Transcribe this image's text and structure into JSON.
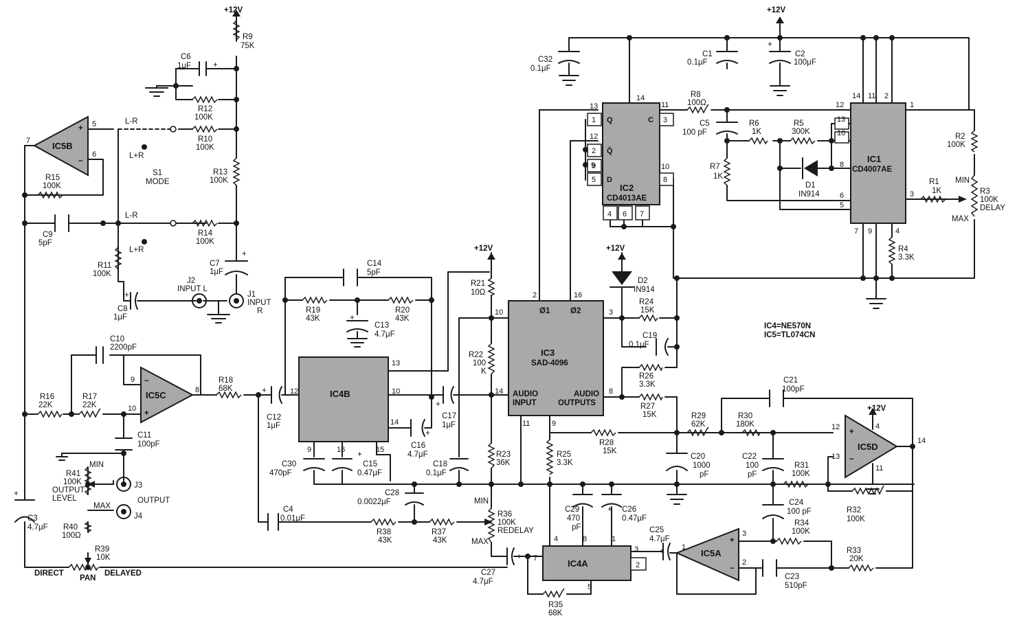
{
  "supply": {
    "plus12_a": "+12V",
    "plus12_b": "+12V",
    "plus12_c": "+12V",
    "plus12_d": "+12V",
    "plus12_e": "+12V"
  },
  "ics": {
    "ic1": [
      "IC1",
      "CD4007AE"
    ],
    "ic2": [
      "IC2",
      "CD4013AE"
    ],
    "ic3": [
      "IC3",
      "SAD-4096"
    ],
    "ic3_in": [
      "AUDIO",
      "INPUT"
    ],
    "ic3_out": [
      "AUDIO",
      "OUTPUTS"
    ],
    "ic3_phi1": "Ø1",
    "ic3_phi2": "Ø2",
    "ic4a": "IC4A",
    "ic4b": "IC4B",
    "ic5a": "IC5A",
    "ic5b": "IC5B",
    "ic5c": "IC5C",
    "ic5d": "IC5D"
  },
  "note": {
    "line1": "IC4=NE570N",
    "line2": "IC5=TL074CN"
  },
  "resistors": {
    "r1": [
      "R1",
      "1K"
    ],
    "r2": [
      "R2",
      "100K"
    ],
    "r3": [
      "R3",
      "100K",
      "DELAY"
    ],
    "r4": [
      "R4",
      "3.3K"
    ],
    "r5": [
      "R5",
      "300K"
    ],
    "r6": [
      "R6",
      "1K"
    ],
    "r7": [
      "R7",
      "1K"
    ],
    "r8": [
      "R8",
      "100Ω"
    ],
    "r9": [
      "R9",
      "75K"
    ],
    "r10": [
      "R10",
      "100K"
    ],
    "r11": [
      "R11",
      "100K"
    ],
    "r12": [
      "R12",
      "100K"
    ],
    "r13": [
      "R13",
      "100K"
    ],
    "r14": [
      "R14",
      "100K"
    ],
    "r15": [
      "R15",
      "100K"
    ],
    "r16": [
      "R16",
      "22K"
    ],
    "r17": [
      "R17",
      "22K"
    ],
    "r18": [
      "R18",
      "68K"
    ],
    "r19": [
      "R19",
      "43K"
    ],
    "r20": [
      "R20",
      "43K"
    ],
    "r21": [
      "R21",
      "10Ω"
    ],
    "r22": [
      "R22",
      "100",
      "K"
    ],
    "r23": [
      "R23",
      "36K"
    ],
    "r24": [
      "R24",
      "15K"
    ],
    "r25": [
      "R25",
      "3.3K"
    ],
    "r26": [
      "R26",
      "3.3K"
    ],
    "r27": [
      "R27",
      "15K"
    ],
    "r28": [
      "R28",
      "15K"
    ],
    "r29": [
      "R29",
      "62K"
    ],
    "r30": [
      "R30",
      "180K"
    ],
    "r31": [
      "R31",
      "100K"
    ],
    "r32": [
      "R32",
      "100K"
    ],
    "r33": [
      "R33",
      "20K"
    ],
    "r34": [
      "R34",
      "100K"
    ],
    "r35": [
      "R35",
      "68K"
    ],
    "r36": [
      "R36",
      "100K",
      "REDELAY"
    ],
    "r37": [
      "R37",
      "43K"
    ],
    "r38": [
      "R38",
      "43K"
    ],
    "r39": [
      "R39",
      "10K"
    ],
    "r40": [
      "R40",
      "100Ω"
    ],
    "r41": [
      "R41",
      "100K",
      "OUTPUT",
      "LEVEL"
    ]
  },
  "capacitors": {
    "c1": [
      "C1",
      "0.1μF"
    ],
    "c2": [
      "C2",
      "100μF"
    ],
    "c3": [
      "C3",
      "4.7μF"
    ],
    "c4": [
      "C4",
      "0.01μF"
    ],
    "c5": [
      "C5",
      "100 pF"
    ],
    "c6": [
      "C6",
      "1μF"
    ],
    "c7": [
      "C7",
      "1μF"
    ],
    "c8": [
      "C8",
      "1μF"
    ],
    "c9": [
      "C9",
      "5pF"
    ],
    "c10": [
      "C10",
      "2200pF"
    ],
    "c11": [
      "C11",
      "100pF"
    ],
    "c12": [
      "C12",
      "1μF"
    ],
    "c13": [
      "C13",
      "4.7μF"
    ],
    "c14": [
      "C14",
      "5pF"
    ],
    "c15": [
      "C15",
      "0.47μF"
    ],
    "c16": [
      "C16",
      "4.7μF"
    ],
    "c17": [
      "C17",
      "1μF"
    ],
    "c18": [
      "C18",
      "0.1μF"
    ],
    "c19": [
      "C19",
      "0.1μF"
    ],
    "c20": [
      "C20",
      "1000",
      "pF"
    ],
    "c21": [
      "C21",
      "100pF"
    ],
    "c22": [
      "C22",
      "100",
      "pF"
    ],
    "c23": [
      "C23",
      "510pF"
    ],
    "c24": [
      "C24",
      "100 pF"
    ],
    "c25": [
      "C25",
      "4.7μF"
    ],
    "c26": [
      "C26",
      "0.47μF"
    ],
    "c27": [
      "C27",
      "4.7μF"
    ],
    "c28": [
      "C28",
      "0.0022μF"
    ],
    "c29": [
      "C29",
      "470",
      "pF"
    ],
    "c30": [
      "C30",
      "470pF"
    ],
    "c32": [
      "C32",
      "0.1μF"
    ]
  },
  "diodes": {
    "d1": [
      "D1",
      "IN914"
    ],
    "d2": [
      "D2",
      "IN914"
    ]
  },
  "jacks": {
    "j1": [
      "J1",
      "INPUT",
      "R"
    ],
    "j2": [
      "J2",
      "INPUT L"
    ],
    "j3": "J3",
    "j4": "J4",
    "output": "OUTPUT"
  },
  "switch": {
    "s1": [
      "S1",
      "MODE"
    ],
    "lr1": "L-R",
    "lpr1": "L+R",
    "lr2": "L-R",
    "lpr2": "L+R"
  },
  "pot_marks": {
    "min": "MIN",
    "max": "MAX",
    "min2": "MIN",
    "max2": "MAX",
    "min3": "MIN",
    "max3": "MAX",
    "direct": "DIRECT",
    "pan": "PAN",
    "delayed": "DELAYED"
  },
  "pins": {
    "ic1": [
      "14",
      "11",
      "2",
      "12",
      "1",
      "13",
      "10",
      "8",
      "6",
      "5",
      "3",
      "7",
      "9",
      "4"
    ],
    "ic2": [
      "13",
      "14",
      "11",
      "12",
      "9",
      "10",
      "4",
      "6",
      "7"
    ],
    "ic2_inner": [
      "1",
      "Q",
      "C",
      "3",
      "2",
      "Q̄",
      "9",
      "5",
      "D",
      "8"
    ],
    "ic3": [
      "2",
      "16",
      "10",
      "3",
      "14",
      "8",
      "11",
      "9"
    ],
    "ic4b": [
      "13",
      "10",
      "12",
      "14",
      "9",
      "16",
      "15"
    ],
    "ic4a": [
      "4",
      "8",
      "1",
      "7",
      "3",
      "2",
      "5"
    ],
    "ic5a": [
      "1",
      "3",
      "2"
    ],
    "ic5b": [
      "5",
      "6",
      "7"
    ],
    "ic5c": [
      "9",
      "10",
      "8"
    ],
    "ic5d": [
      "12",
      "13",
      "14",
      "4",
      "11"
    ]
  }
}
